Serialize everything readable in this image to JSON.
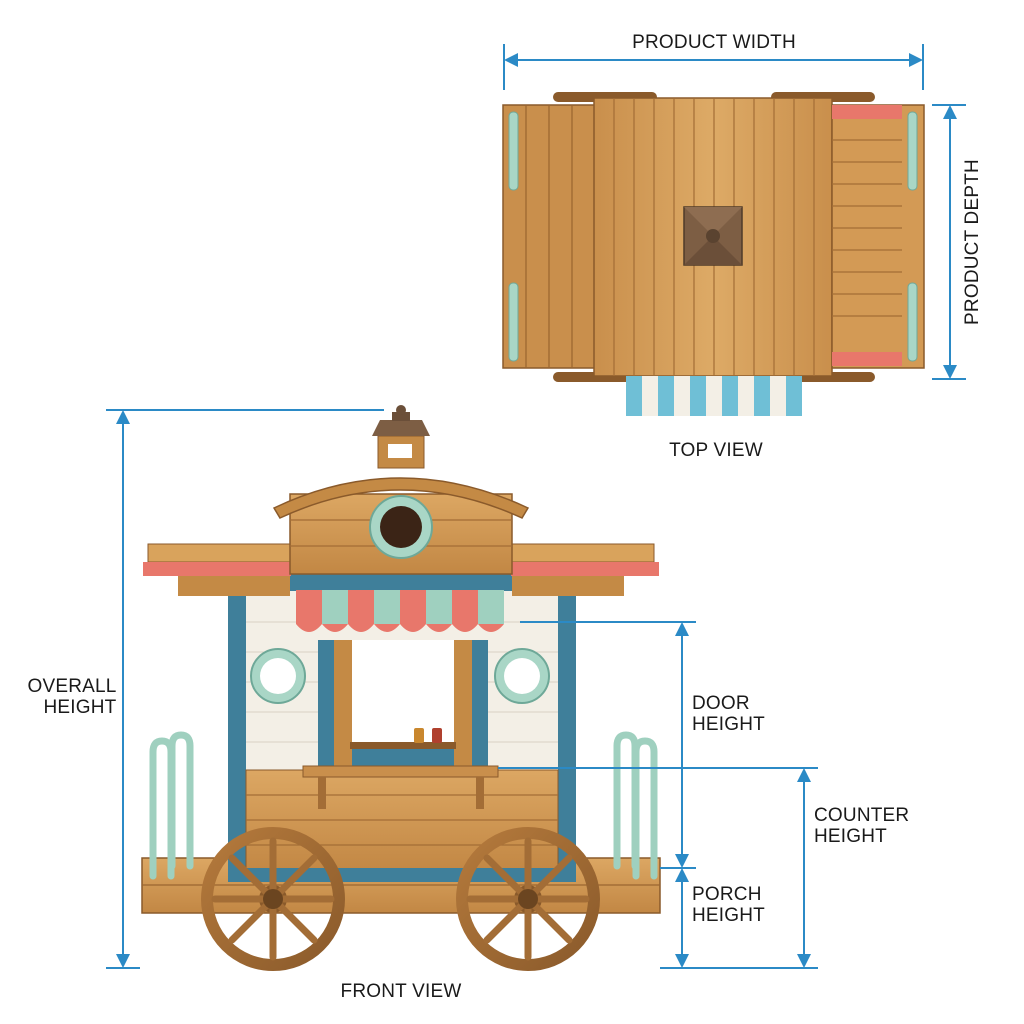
{
  "labels": {
    "product_width": "PRODUCT WIDTH",
    "product_depth": "PRODUCT DEPTH",
    "top_view": "TOP VIEW",
    "front_view": "FRONT VIEW",
    "overall_height_1": "OVERALL",
    "overall_height_2": "HEIGHT",
    "door_height_1": "DOOR",
    "door_height_2": "HEIGHT",
    "counter_height_1": "COUNTER",
    "counter_height_2": "HEIGHT",
    "porch_height_1": "PORCH",
    "porch_height_2": "HEIGHT"
  },
  "colors": {
    "dimension_line": "#2b8ac6",
    "wood_light": "#d9a35c",
    "wood_mid": "#c48a45",
    "wood_dark": "#8a5a2b",
    "trim_blue": "#3f7f9a",
    "coral": "#e8776b",
    "mint": "#a9d6c6",
    "cream": "#f3efe6",
    "awning_blue": "#6fbfd6"
  }
}
